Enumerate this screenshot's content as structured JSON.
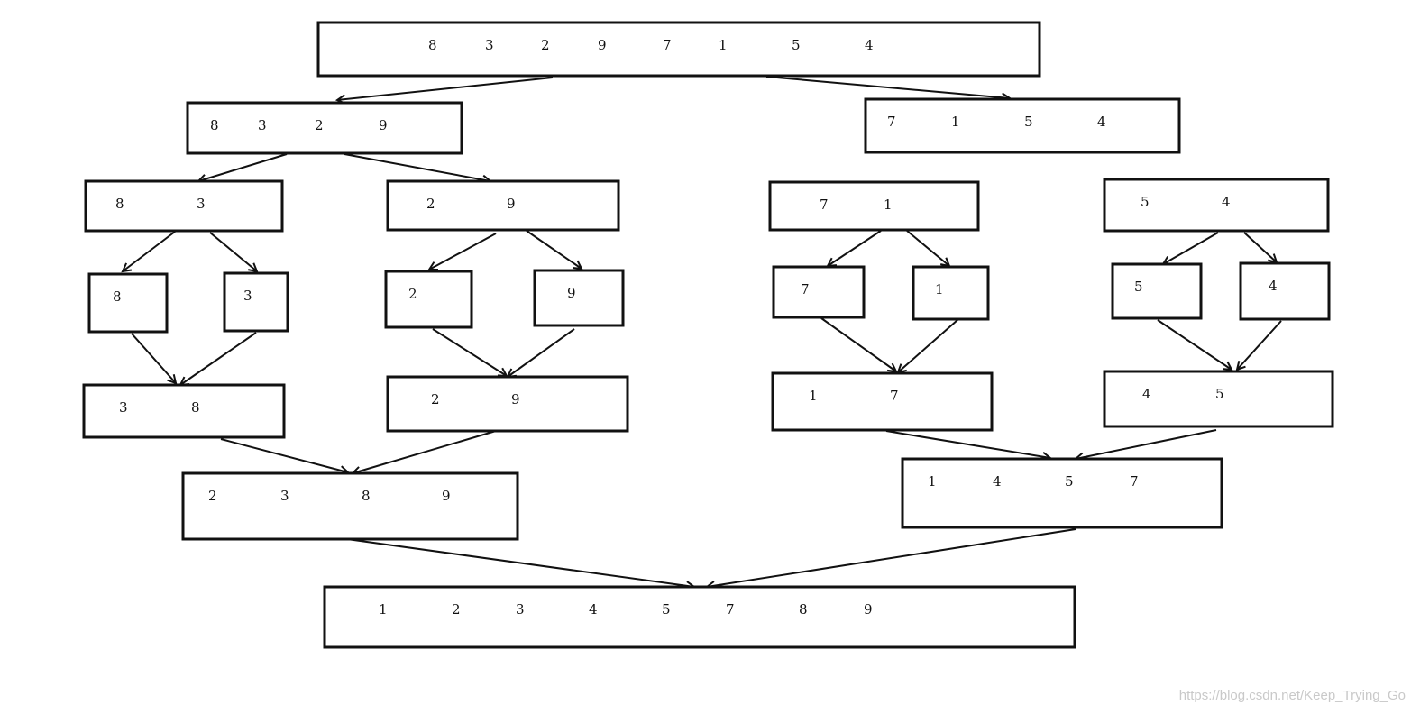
{
  "diagram": {
    "title": "",
    "nodes": [
      {
        "id": "n0",
        "values": [
          "8",
          "3",
          "2",
          "9",
          "7",
          "1",
          "5",
          "4"
        ]
      },
      {
        "id": "n1",
        "values": [
          "8",
          "3",
          "2",
          "9"
        ]
      },
      {
        "id": "n2",
        "values": [
          "7",
          "1",
          "5",
          "4"
        ]
      },
      {
        "id": "n3",
        "values": [
          "8",
          "3"
        ]
      },
      {
        "id": "n4",
        "values": [
          "2",
          "9"
        ]
      },
      {
        "id": "n5",
        "values": [
          "7",
          "1"
        ]
      },
      {
        "id": "n6",
        "values": [
          "5",
          "4"
        ]
      },
      {
        "id": "n7",
        "values": [
          "8"
        ]
      },
      {
        "id": "n8",
        "values": [
          "3"
        ]
      },
      {
        "id": "n9",
        "values": [
          "2"
        ]
      },
      {
        "id": "n10",
        "values": [
          "9"
        ]
      },
      {
        "id": "n11",
        "values": [
          "7"
        ]
      },
      {
        "id": "n12",
        "values": [
          "1"
        ]
      },
      {
        "id": "n13",
        "values": [
          "5"
        ]
      },
      {
        "id": "n14",
        "values": [
          "4"
        ]
      },
      {
        "id": "n15",
        "values": [
          "3",
          "8"
        ]
      },
      {
        "id": "n16",
        "values": [
          "2",
          "9"
        ]
      },
      {
        "id": "n17",
        "values": [
          "1",
          "7"
        ]
      },
      {
        "id": "n18",
        "values": [
          "4",
          "5"
        ]
      },
      {
        "id": "n19",
        "values": [
          "2",
          "3",
          "8",
          "9"
        ]
      },
      {
        "id": "n20",
        "values": [
          "1",
          "4",
          "5",
          "7"
        ]
      },
      {
        "id": "n21",
        "values": [
          "1",
          "2",
          "3",
          "4",
          "5",
          "7",
          "8",
          "9"
        ]
      }
    ],
    "edges": [
      [
        "n0",
        "n1"
      ],
      [
        "n0",
        "n2"
      ],
      [
        "n1",
        "n3"
      ],
      [
        "n1",
        "n4"
      ],
      [
        "n2",
        "n5"
      ],
      [
        "n2",
        "n6"
      ],
      [
        "n3",
        "n7"
      ],
      [
        "n3",
        "n8"
      ],
      [
        "n4",
        "n9"
      ],
      [
        "n4",
        "n10"
      ],
      [
        "n5",
        "n11"
      ],
      [
        "n5",
        "n12"
      ],
      [
        "n6",
        "n13"
      ],
      [
        "n6",
        "n14"
      ],
      [
        "n7",
        "n15"
      ],
      [
        "n8",
        "n15"
      ],
      [
        "n9",
        "n16"
      ],
      [
        "n10",
        "n16"
      ],
      [
        "n11",
        "n17"
      ],
      [
        "n12",
        "n17"
      ],
      [
        "n13",
        "n18"
      ],
      [
        "n14",
        "n18"
      ],
      [
        "n15",
        "n19"
      ],
      [
        "n16",
        "n19"
      ],
      [
        "n17",
        "n20"
      ],
      [
        "n18",
        "n20"
      ],
      [
        "n19",
        "n21"
      ],
      [
        "n20",
        "n21"
      ]
    ]
  },
  "watermark": "https://blog.csdn.net/Keep_Trying_Go"
}
